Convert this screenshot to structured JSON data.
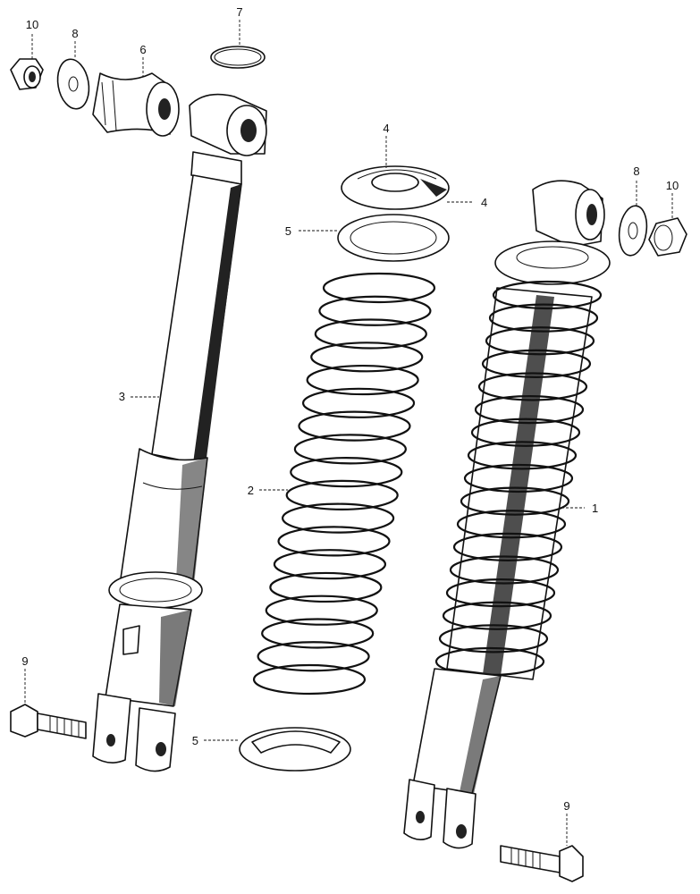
{
  "diagram": {
    "callouts": {
      "left_nut": "10",
      "left_washer": "8",
      "left_bushing": "6",
      "top_ring": "7",
      "left_damper": "3",
      "upper_collar_a": "4",
      "upper_collar_b": "4",
      "upper_seat": "5",
      "spring": "2",
      "lower_seat": "5",
      "right_assembly": "1",
      "right_washer": "8",
      "right_nut": "10",
      "left_bolt": "9",
      "right_bolt": "9"
    }
  }
}
